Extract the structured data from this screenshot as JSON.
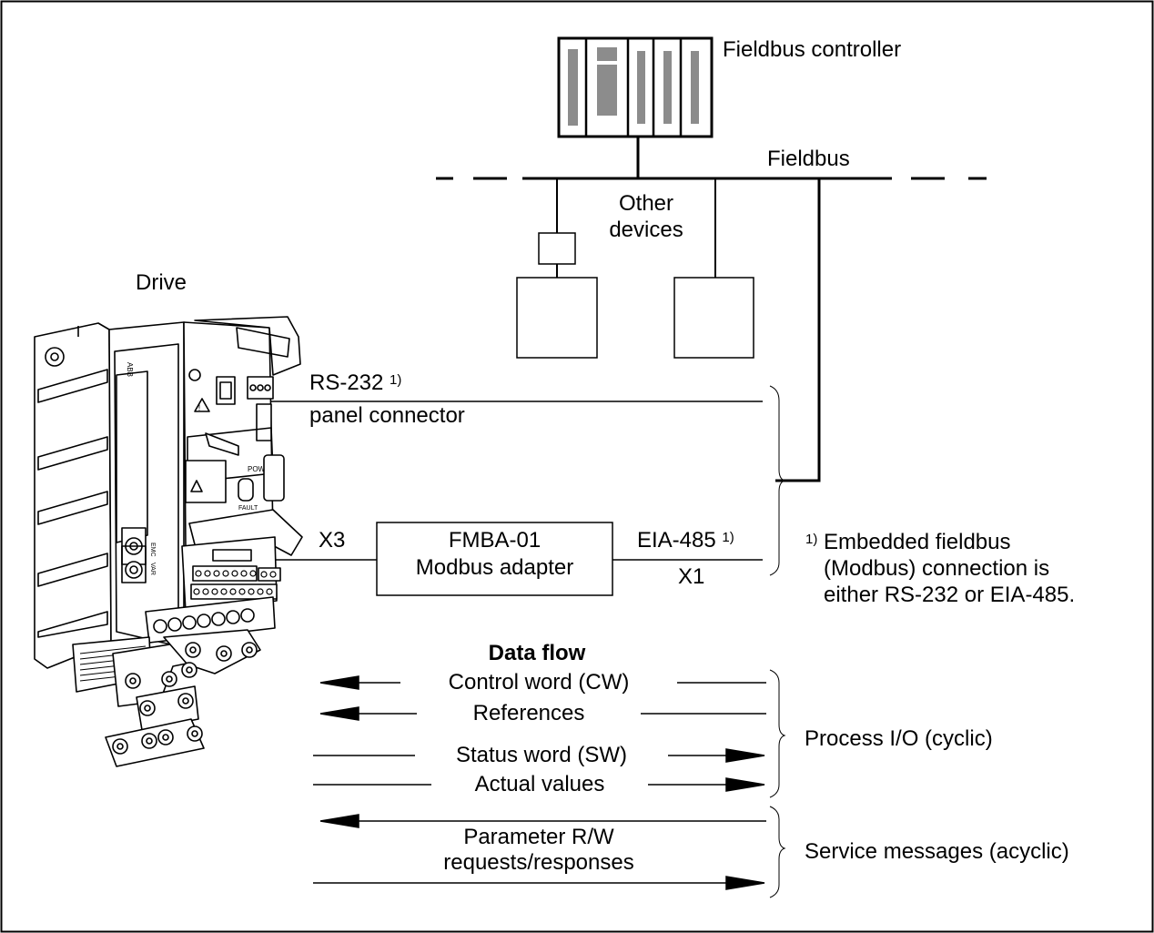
{
  "fieldbus_controller": "Fieldbus controller",
  "fieldbus": "Fieldbus",
  "other_devices": [
    "Other",
    "devices"
  ],
  "drive": "Drive",
  "rs232": {
    "label": "RS-232",
    "note": "1)",
    "sub": "panel connector"
  },
  "x3": "X3",
  "adapter": [
    "FMBA-01",
    "Modbus adapter"
  ],
  "eia485": {
    "label": "EIA-485",
    "note": "1)"
  },
  "x1": "X1",
  "footnote": {
    "marker": "1)",
    "lines": [
      "Embedded fieldbus",
      "(Modbus) connection is",
      "either RS-232 or EIA-485."
    ]
  },
  "data_flow": {
    "title": "Data flow",
    "control_word": "Control word (CW)",
    "references": "References",
    "status_word": "Status word (SW)",
    "actual_values": "Actual values",
    "parameter": [
      "Parameter R/W",
      "requests/responses"
    ]
  },
  "process_io": "Process I/O (cyclic)",
  "service_messages": "Service messages (acyclic)",
  "drive_markings": {
    "brand": "ABB",
    "power": "POWER",
    "fault": "FAULT",
    "emc": "EMC",
    "var": "VAR"
  }
}
